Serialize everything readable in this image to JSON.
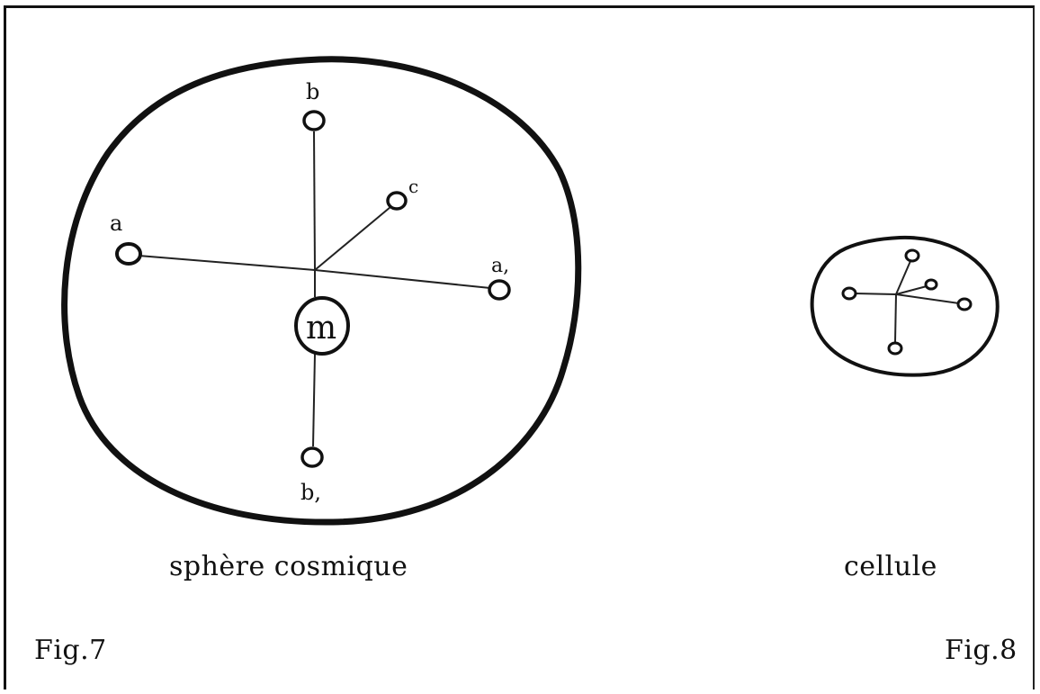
{
  "figure7": {
    "caption": "sphère cosmique",
    "fig_label": "Fig.7",
    "labels": {
      "a": "a",
      "a1": "a,",
      "b": "b",
      "b1": "b,",
      "c": "c",
      "m": "m"
    }
  },
  "figure8": {
    "caption": "cellule",
    "fig_label": "Fig.8"
  }
}
